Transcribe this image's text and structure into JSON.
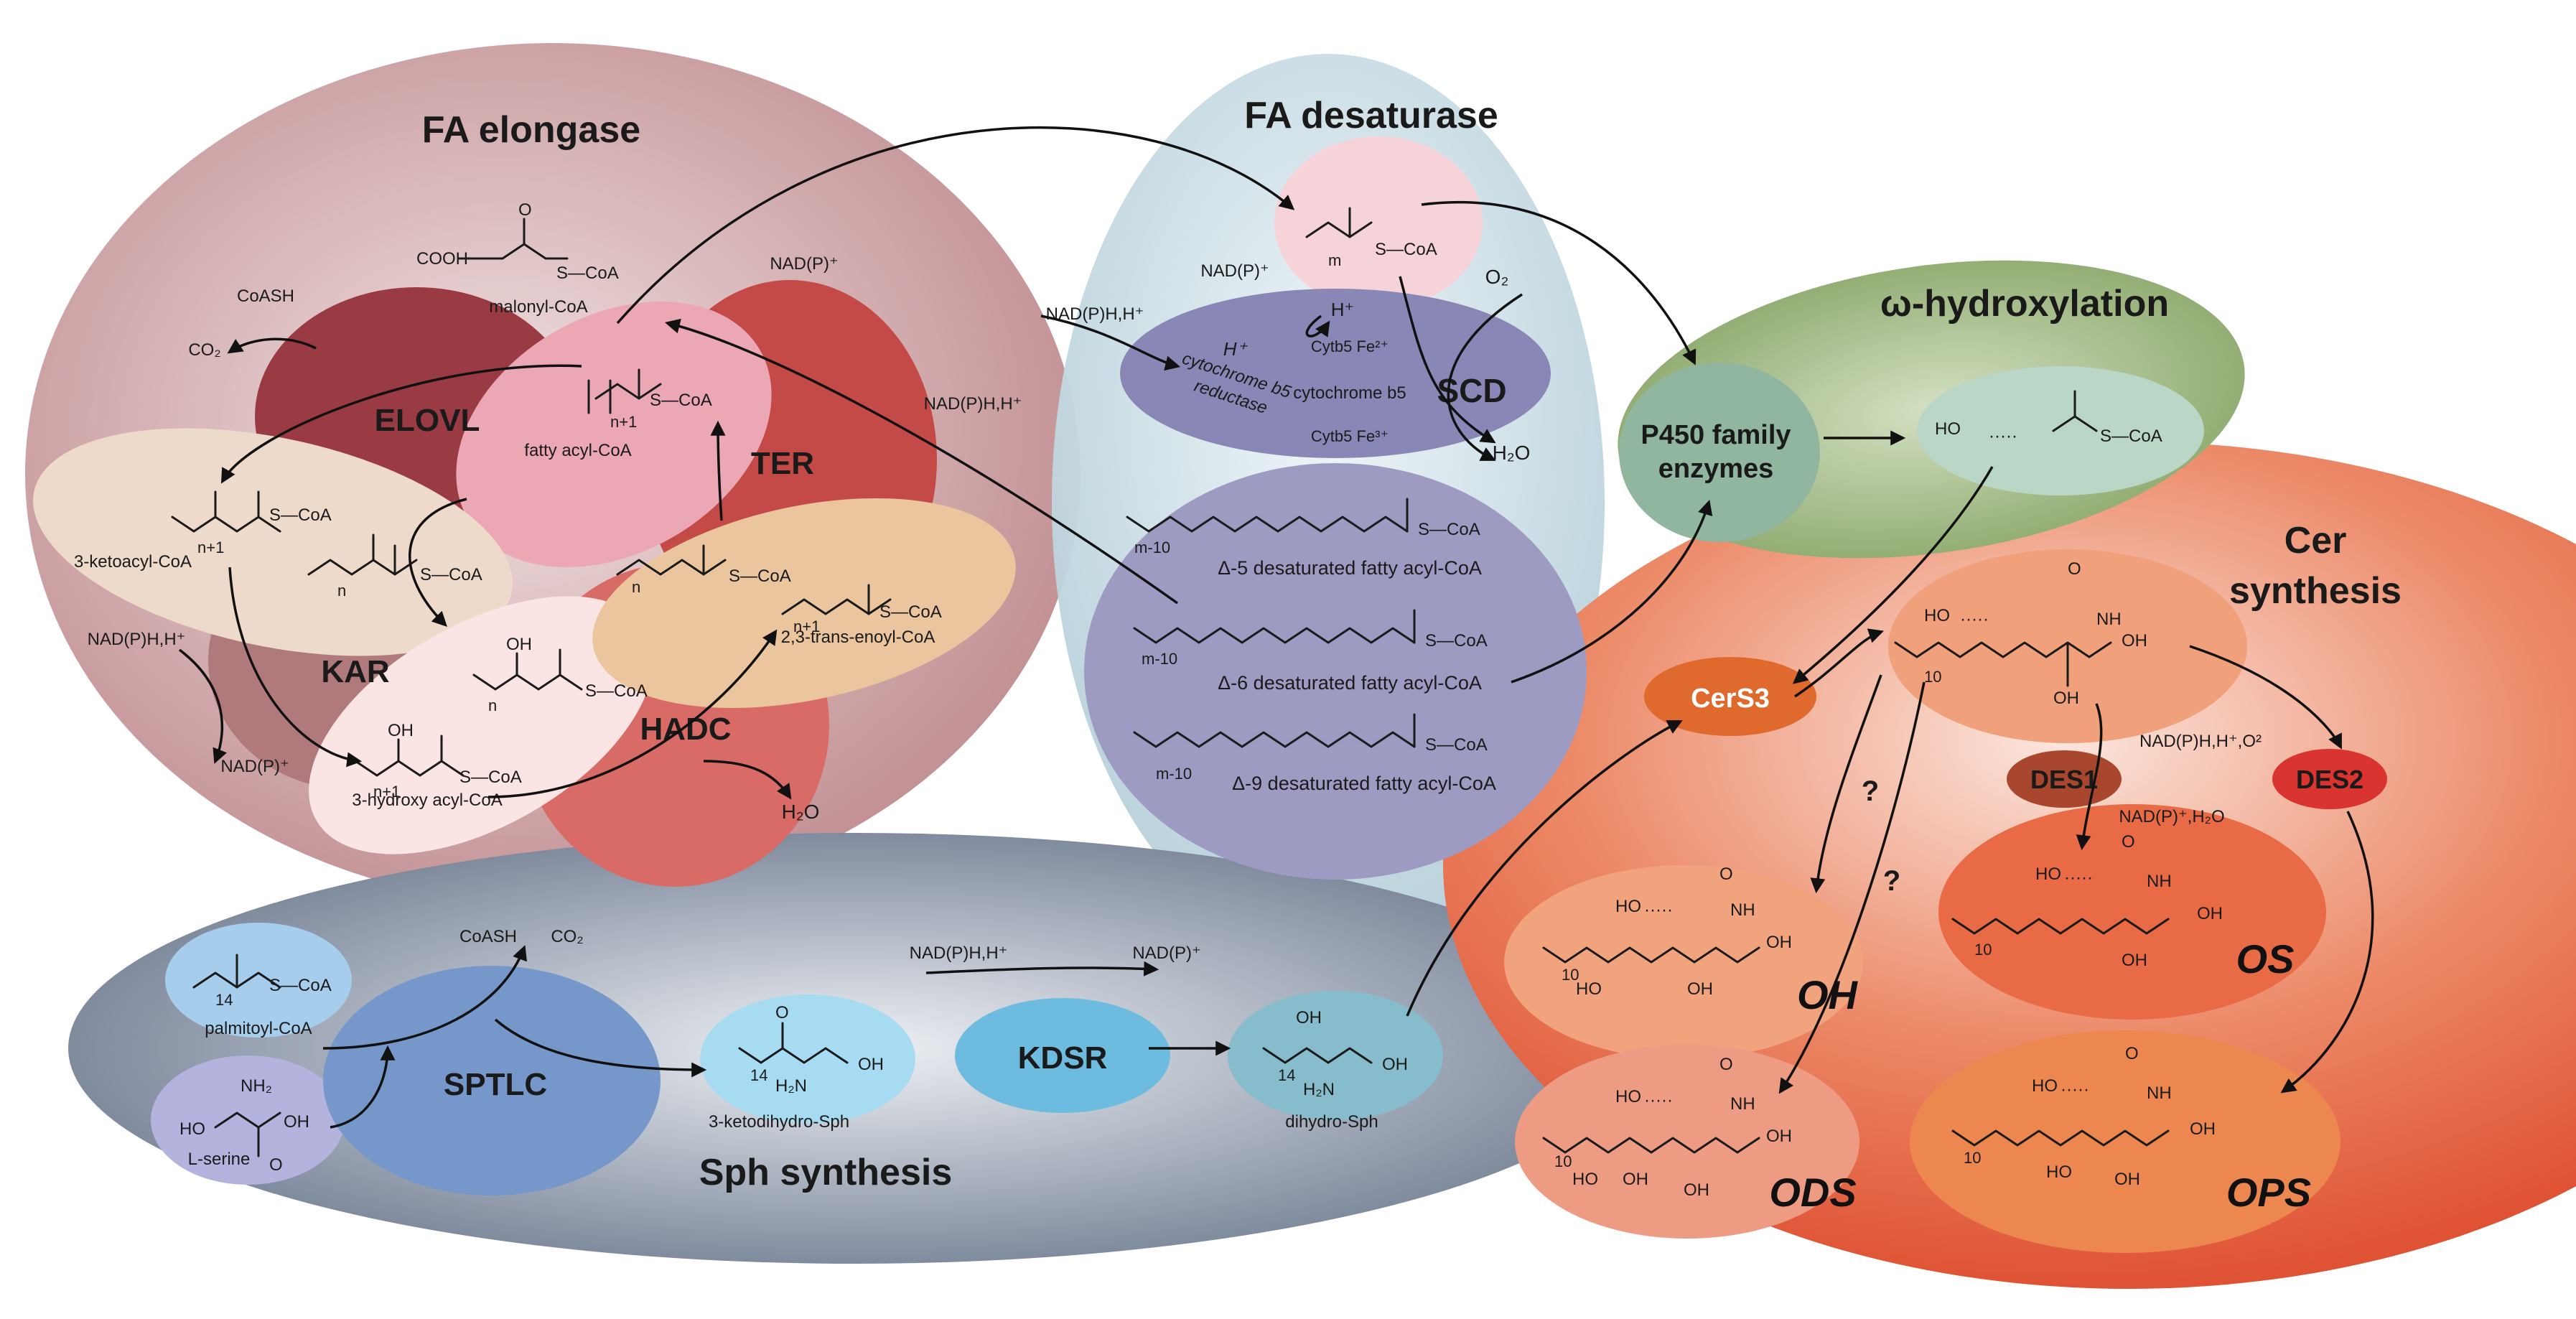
{
  "modules": {
    "fa_elongase": "FA elongase",
    "fa_desaturase": "FA desaturase",
    "omega_hydroxylation": "ω-hydroxylation",
    "cer_synthesis_line1": "Cer",
    "cer_synthesis_line2": "synthesis",
    "sph_synthesis": "Sph synthesis"
  },
  "enzymes": {
    "elovl": "ELOVL",
    "ter": "TER",
    "kar": "KAR",
    "hadc": "HADC",
    "scd": "SCD",
    "cytochrome_b5_reductase_1": "cytochrome b5",
    "cytochrome_b5_reductase_2": "reductase",
    "cytochrome_b5": "cytochrome b5",
    "cytb5_fe2": "Cytb5 Fe²⁺",
    "cytb5_fe3": "Cytb5 Fe³⁺",
    "p450_line1": "P450 family",
    "p450_line2": "enzymes",
    "cers3": "CerS3",
    "des1": "DES1",
    "des2": "DES2",
    "sptlc": "SPTLC",
    "kdsr": "KDSR"
  },
  "molecules": {
    "malonyl_coa": "malonyl-CoA",
    "fatty_acyl_coa": "fatty acyl-CoA",
    "ketoacyl_coa": "3-ketoacyl-CoA",
    "hydroxyacyl_coa": "3-hydroxy acyl-CoA",
    "enoyl_coa": "2,3-trans-enoyl-CoA",
    "delta5": "Δ-5 desaturated fatty acyl-CoA",
    "delta6": "Δ-6 desaturated fatty acyl-CoA",
    "delta9": "Δ-9 desaturated fatty acyl-CoA",
    "palmitoyl_coa": "palmitoyl-CoA",
    "l_serine": "L-serine",
    "ketodihydro_sph": "3-ketodihydro-Sph",
    "dihydro_sph": "dihydro-Sph"
  },
  "cofactors": {
    "coash_1": "CoASH",
    "co2_1": "CO₂",
    "nadp_plus_1": "NAD(P)⁺",
    "nadph_1": "NAD(P)H,H⁺",
    "nadph_2": "NAD(P)H,H⁺",
    "nadp_plus_2": "NAD(P)⁺",
    "h2o_1": "H₂O",
    "nadph_3": "NAD(P)H,H⁺",
    "nadp_plus_3": "NAD(P)⁺",
    "h_plus_1": "H⁺",
    "h_plus_2": "H⁺",
    "o2": "O₂",
    "h2o_2": "H₂O",
    "nadph_des": "NAD(P)H,H⁺,O²",
    "nadp_des": "NAD(P)⁺,H₂O",
    "coash_2": "CoASH",
    "co2_2": "CO₂",
    "nadph_kdsr": "NAD(P)H,H⁺",
    "nadp_kdsr": "NAD(P)⁺"
  },
  "ceramides": {
    "oh": "OH",
    "os": "OS",
    "ods": "ODS",
    "ops": "OPS"
  },
  "question_marks": [
    "?",
    "?"
  ],
  "structure_text": {
    "cooh": "COOH",
    "scoa": "S—CoA",
    "n_plus_1": "n+1",
    "n": "n",
    "m": "m",
    "m_minus_10": "m-10",
    "fourteen": "14",
    "ten": "10",
    "o": "O",
    "oh": "OH",
    "ho": "HO",
    "nh": "NH",
    "nh2": "NH₂",
    "h2n": "H₂N",
    "dots": "·····"
  },
  "colors": {
    "elongase_bg": "#c99a9c",
    "desaturase_bg": "#c5dbe3",
    "omega_bg": "#8aa86a",
    "cer_bg": "#e4603d",
    "sph_bg": "#6c7a90",
    "elovl": "#9a3a42",
    "ter": "#c24a48",
    "kar": "#b87f81",
    "hadc": "#d96a65",
    "scd": "#8a88b8",
    "p450": "#8fb59e",
    "cers3": "#e06a2e",
    "des1": "#a8472d",
    "des2": "#d9342f",
    "sptlc": "#7597c9",
    "kdsr": "#6dbcdf"
  }
}
